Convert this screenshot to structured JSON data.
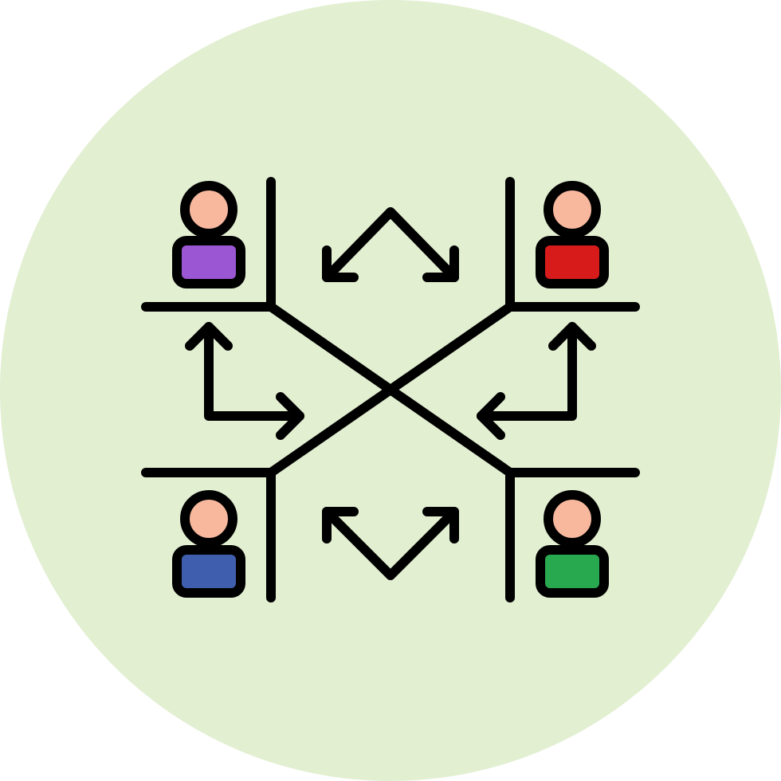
{
  "icon": {
    "name": "team-collaboration-network-icon",
    "colors": {
      "background_circle": "#e2efd1",
      "stroke": "#000000",
      "skin": "#f8b89e",
      "person_top_left_shirt": "#9b57d3",
      "person_top_right_shirt": "#d71b1b",
      "person_bottom_left_shirt": "#3f5fae",
      "person_bottom_right_shirt": "#28a84f"
    },
    "people": [
      {
        "position": "top-left",
        "icon": "person-icon"
      },
      {
        "position": "top-right",
        "icon": "person-icon"
      },
      {
        "position": "bottom-left",
        "icon": "person-icon"
      },
      {
        "position": "bottom-right",
        "icon": "person-icon"
      }
    ],
    "arrows": [
      {
        "position": "top",
        "icon": "double-diagonal-arrow-icon"
      },
      {
        "position": "bottom",
        "icon": "double-diagonal-arrow-icon"
      },
      {
        "position": "left",
        "icon": "double-elbow-arrow-icon"
      },
      {
        "position": "right",
        "icon": "double-elbow-arrow-icon"
      }
    ]
  }
}
